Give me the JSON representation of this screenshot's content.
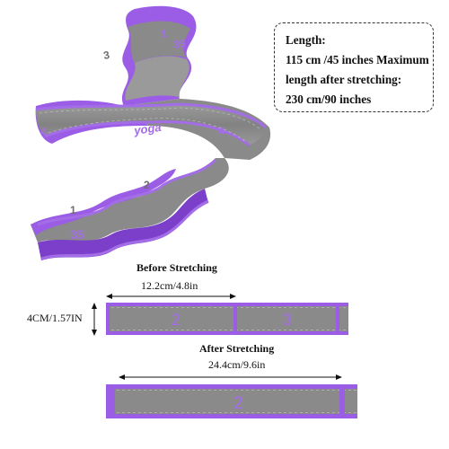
{
  "spec_box": {
    "line1": "Length:",
    "line2": "115 cm /45 inches Maximum",
    "line3": "length after stretching:",
    "line4": "230 cm/90 inches"
  },
  "band": {
    "brand": "yoga",
    "loop_numbers": [
      "1",
      "2",
      "3",
      "4",
      "35",
      "4",
      "2",
      "1",
      "35"
    ]
  },
  "before": {
    "title": "Before Stretching",
    "length": "12.2cm/4.8in",
    "width_label": "4CM/1.57IN",
    "segment_numbers": [
      "2",
      "3"
    ]
  },
  "after": {
    "title": "After Stretching",
    "length": "24.4cm/9.6in",
    "segment_number": "2"
  },
  "colors": {
    "purple": "#9b5de5",
    "purple_dark": "#7b3fc9",
    "gray": "#8a8a8a",
    "gray_dark": "#6e6e6e"
  }
}
